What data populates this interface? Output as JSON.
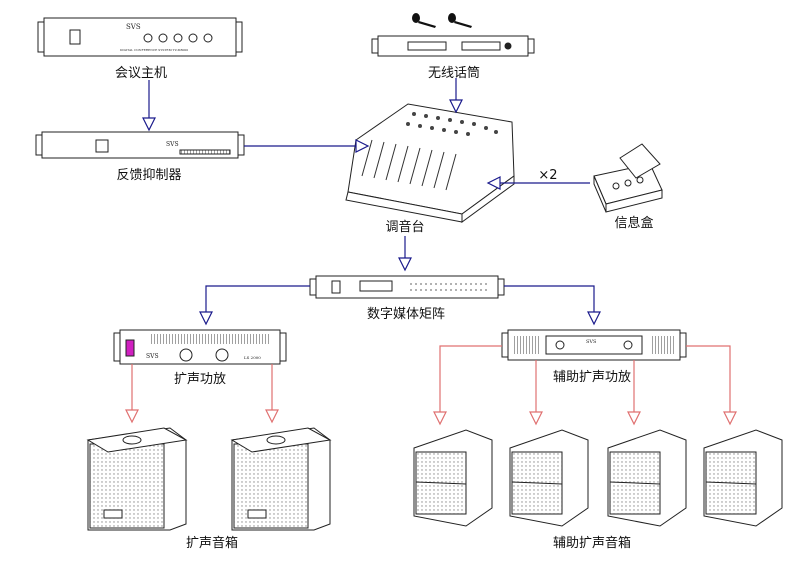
{
  "labels": {
    "conference_host": "会议主机",
    "wireless_mic": "无线话筒",
    "feedback_suppressor": "反馈抑制器",
    "mixer": "调音台",
    "info_box": "信息盒",
    "times_two": "×2",
    "digital_matrix": "数字媒体矩阵",
    "main_amp": "扩声功放",
    "aux_amp": "辅助扩声功放",
    "main_speakers": "扩声音箱",
    "aux_speakers": "辅助扩声音箱"
  },
  "device_text": {
    "brand": "SVS",
    "host_model": "DIGITAL CONFERENCE SYSTEM TV-M8000",
    "amp_model": "LS 2000"
  },
  "colors": {
    "flow_arrow": "#1a1a8c",
    "speaker_arrow": "#e07070",
    "device_stroke": "#222222",
    "amp_indicator": "#d020c0"
  }
}
